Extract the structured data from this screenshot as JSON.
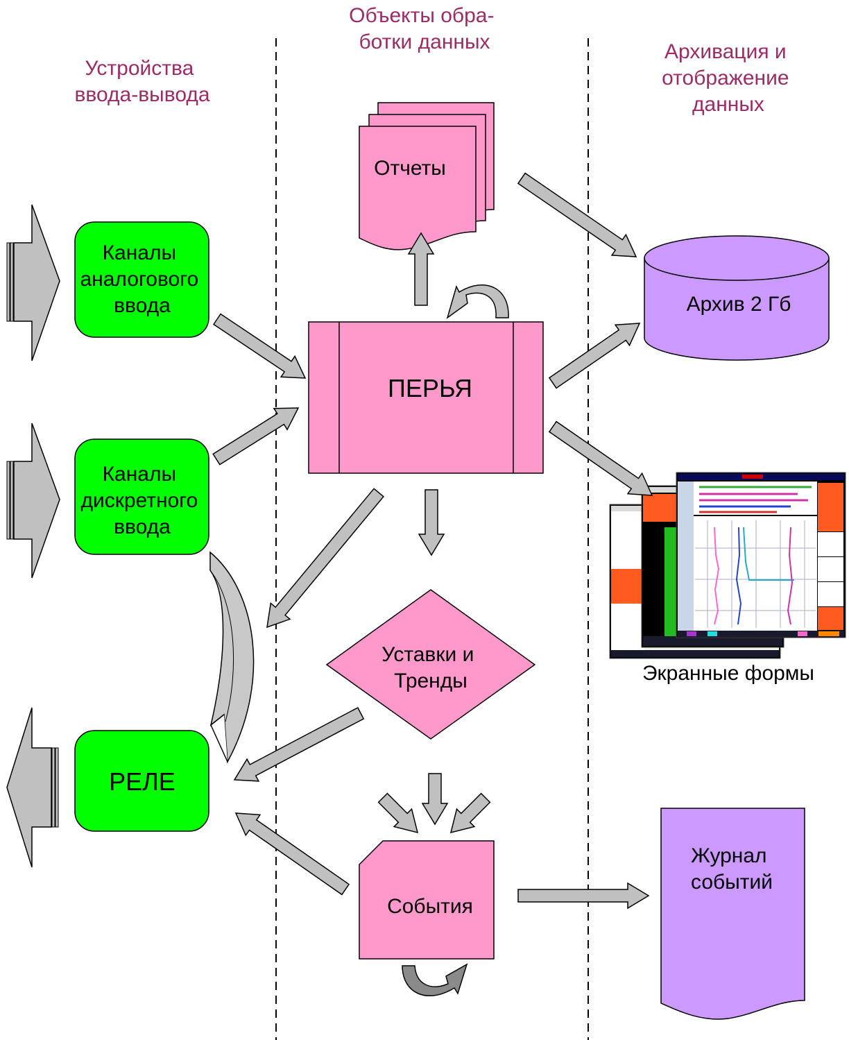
{
  "columns": {
    "io": [
      "Устройства",
      "ввода-вывода"
    ],
    "processing": [
      "Объекты обра-",
      "ботки данных"
    ],
    "archive": [
      "Архивация и",
      "отображение",
      "данных"
    ]
  },
  "nodes": {
    "analog": [
      "Каналы",
      "аналогового",
      "ввода"
    ],
    "discrete": [
      "Каналы",
      "дискретного",
      "ввода"
    ],
    "relay": "РЕЛЕ",
    "reports": "Отчеты",
    "pens": "ПЕРЬЯ",
    "setpoints": [
      "Уставки и",
      "Тренды"
    ],
    "events": "События",
    "archive": "Архив 2 Гб",
    "screens": "Экранные формы",
    "journal": [
      "Журнал",
      "событий"
    ]
  },
  "colors": {
    "green": "#00ff00",
    "pink": "#ff99cc",
    "violet": "#cc99ff",
    "arrow": "#c0c0c0",
    "header": "#9b2c65"
  }
}
